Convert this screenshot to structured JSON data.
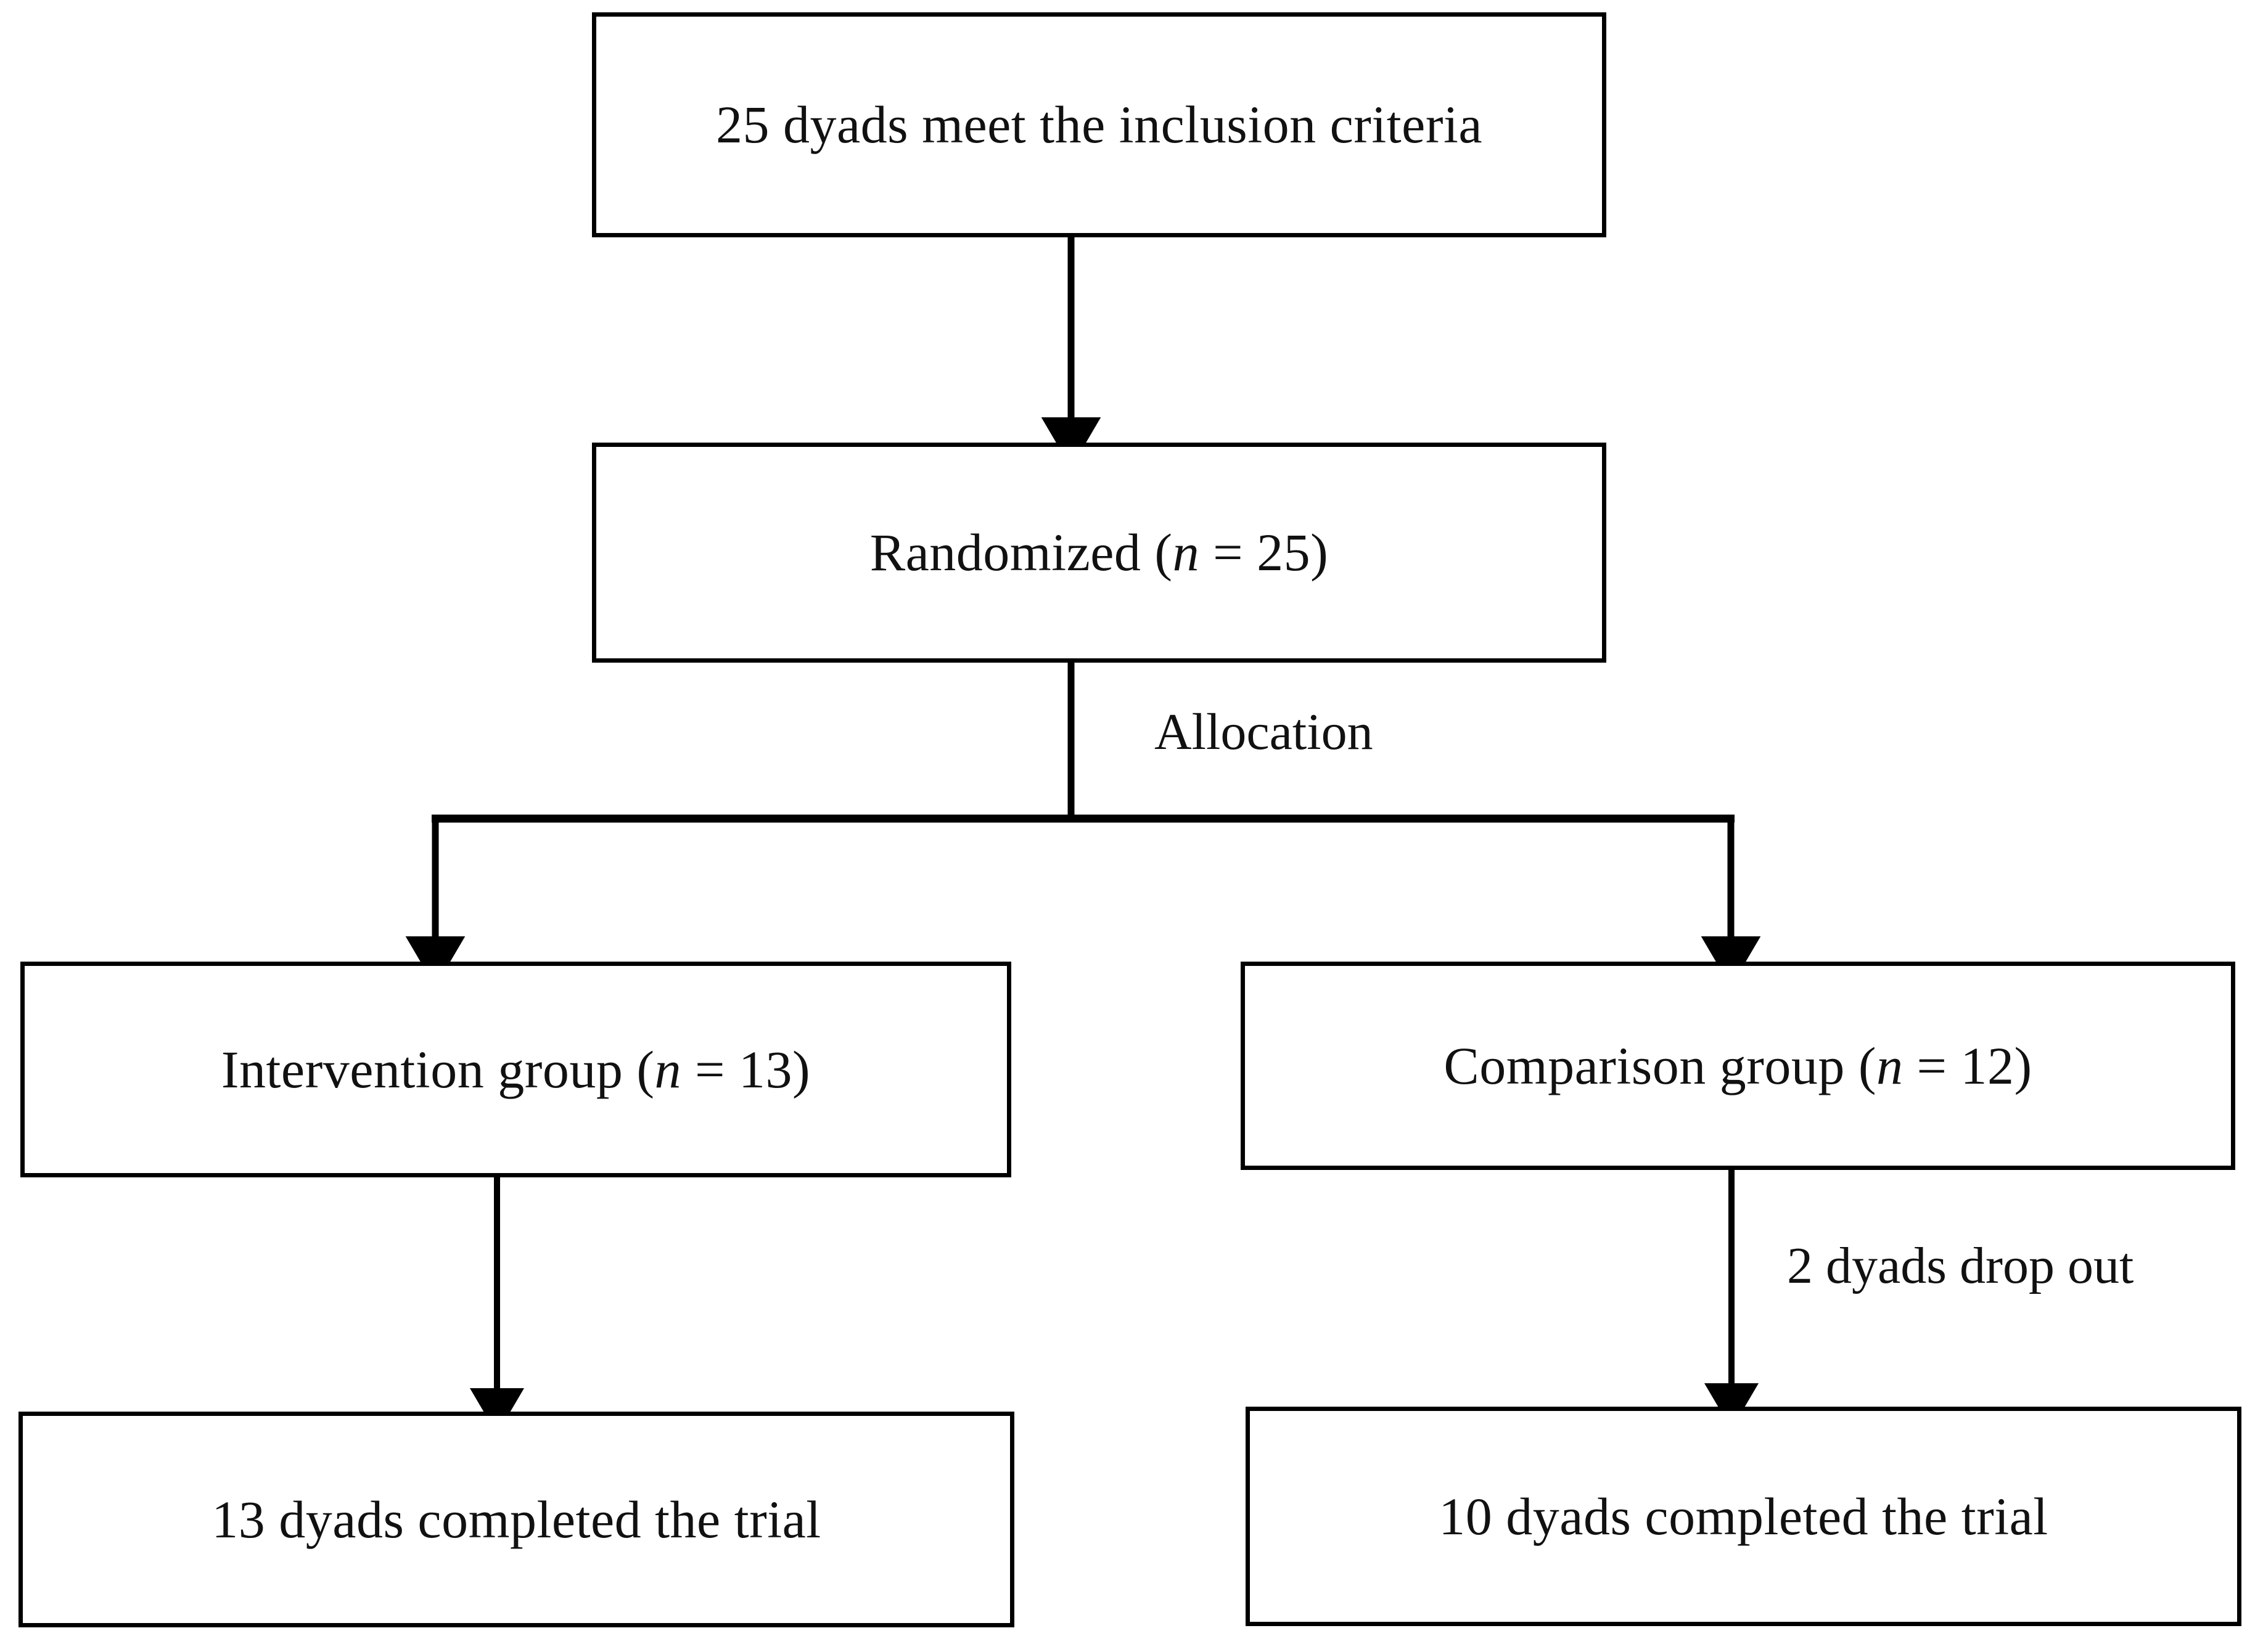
{
  "diagram": {
    "title": "CONSORT participant flow diagram",
    "stroke_color": "#000000",
    "background_color": "#ffffff",
    "text_color": "#111111"
  },
  "nodes": {
    "inclusion": {
      "text": "25 dyads meet the inclusion criteria",
      "count": 25
    },
    "randomized": {
      "prefix": "Randomized (",
      "italic": "n",
      "suffix": " = 25)",
      "count": 25
    },
    "intervention": {
      "prefix": "Intervention group (",
      "italic": "n",
      "suffix": " = 13)",
      "count": 13
    },
    "comparison": {
      "prefix": "Comparison group (",
      "italic": "n",
      "suffix": " = 12)",
      "count": 12
    },
    "completed_left": {
      "text": "13 dyads completed the trial",
      "count": 13
    },
    "completed_right": {
      "text": "10 dyads completed the trial",
      "count": 10
    }
  },
  "edge_labels": {
    "allocation": "Allocation",
    "dropout": "2 dyads drop out"
  }
}
